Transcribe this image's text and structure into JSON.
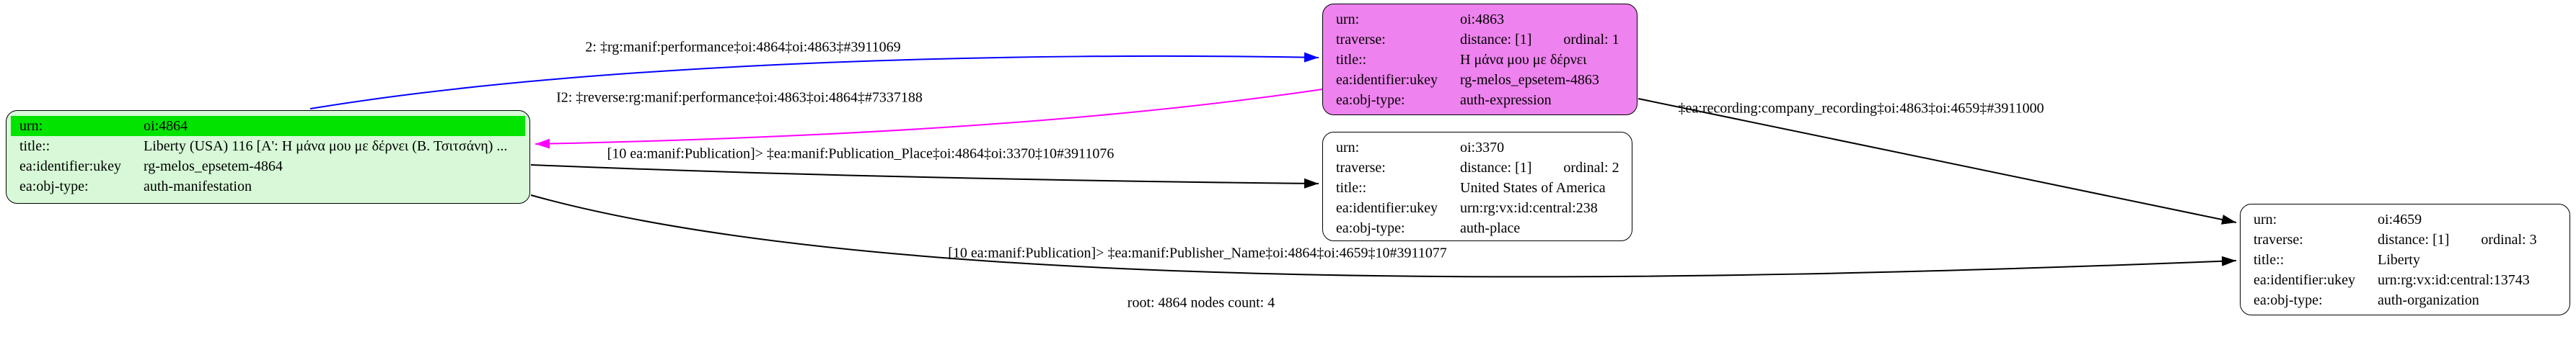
{
  "graph": {
    "footer_text": "root: 4864 nodes count: 4",
    "colors": {
      "root_node_bg": "#d7f9d7",
      "urn_highlight": "#00e400",
      "expression_node_bg": "#ee82ee",
      "plain_node_bg": "#ffffff",
      "edge_performance": "#0000ff",
      "edge_reverse_performance": "#ff00ff",
      "edge_default": "#000000"
    }
  },
  "labels": {
    "urn": "urn:",
    "traverse": "traverse:",
    "title": "title::",
    "ukey": "ea:identifier:ukey",
    "objtype": "ea:obj-type:"
  },
  "nodes": {
    "manifestation": {
      "urn": "oi:4864",
      "title": "Liberty (USA) 116 [Α': Η μάνα μου με δέρνει (Β. Τσιτσάνη) ...",
      "ukey": "rg-melos_epsetem-4864",
      "objtype": "auth-manifestation"
    },
    "expression": {
      "urn": "oi:4863",
      "distance": "distance: [1]",
      "ordinal": "ordinal: 1",
      "title": "Η μάνα μου με δέρνει",
      "ukey": "rg-melos_epsetem-4863",
      "objtype": "auth-expression"
    },
    "place": {
      "urn": "oi:3370",
      "distance": "distance: [1]",
      "ordinal": "ordinal: 2",
      "title": "United States of America",
      "ukey": "urn:rg:vx:id:central:238",
      "objtype": "auth-place"
    },
    "organization": {
      "urn": "oi:4659",
      "distance": "distance: [1]",
      "ordinal": "ordinal: 3",
      "title": "Liberty",
      "ukey": "urn:rg:vx:id:central:13743",
      "objtype": "auth-organization"
    }
  },
  "edges": {
    "performance": {
      "label": "2: ‡rg:manif:performance‡oi:4864‡oi:4863‡#3911069",
      "color": "#0000ff"
    },
    "reverse_performance": {
      "label": "I2: ‡reverse:rg:manif:performance‡oi:4863‡oi:4864‡#7337188",
      "color": "#ff00ff"
    },
    "publication_place": {
      "label": "[10 ea:manif:Publication]> ‡ea:manif:Publication_Place‡oi:4864‡oi:3370‡10#3911076",
      "color": "#000000"
    },
    "publisher_name": {
      "label": "[10 ea:manif:Publication]> ‡ea:manif:Publisher_Name‡oi:4864‡oi:4659‡10#3911077",
      "color": "#000000"
    },
    "company_recording": {
      "label": "‡ea:recording:company_recording‡oi:4863‡oi:4659‡#3911000",
      "color": "#000000"
    }
  }
}
